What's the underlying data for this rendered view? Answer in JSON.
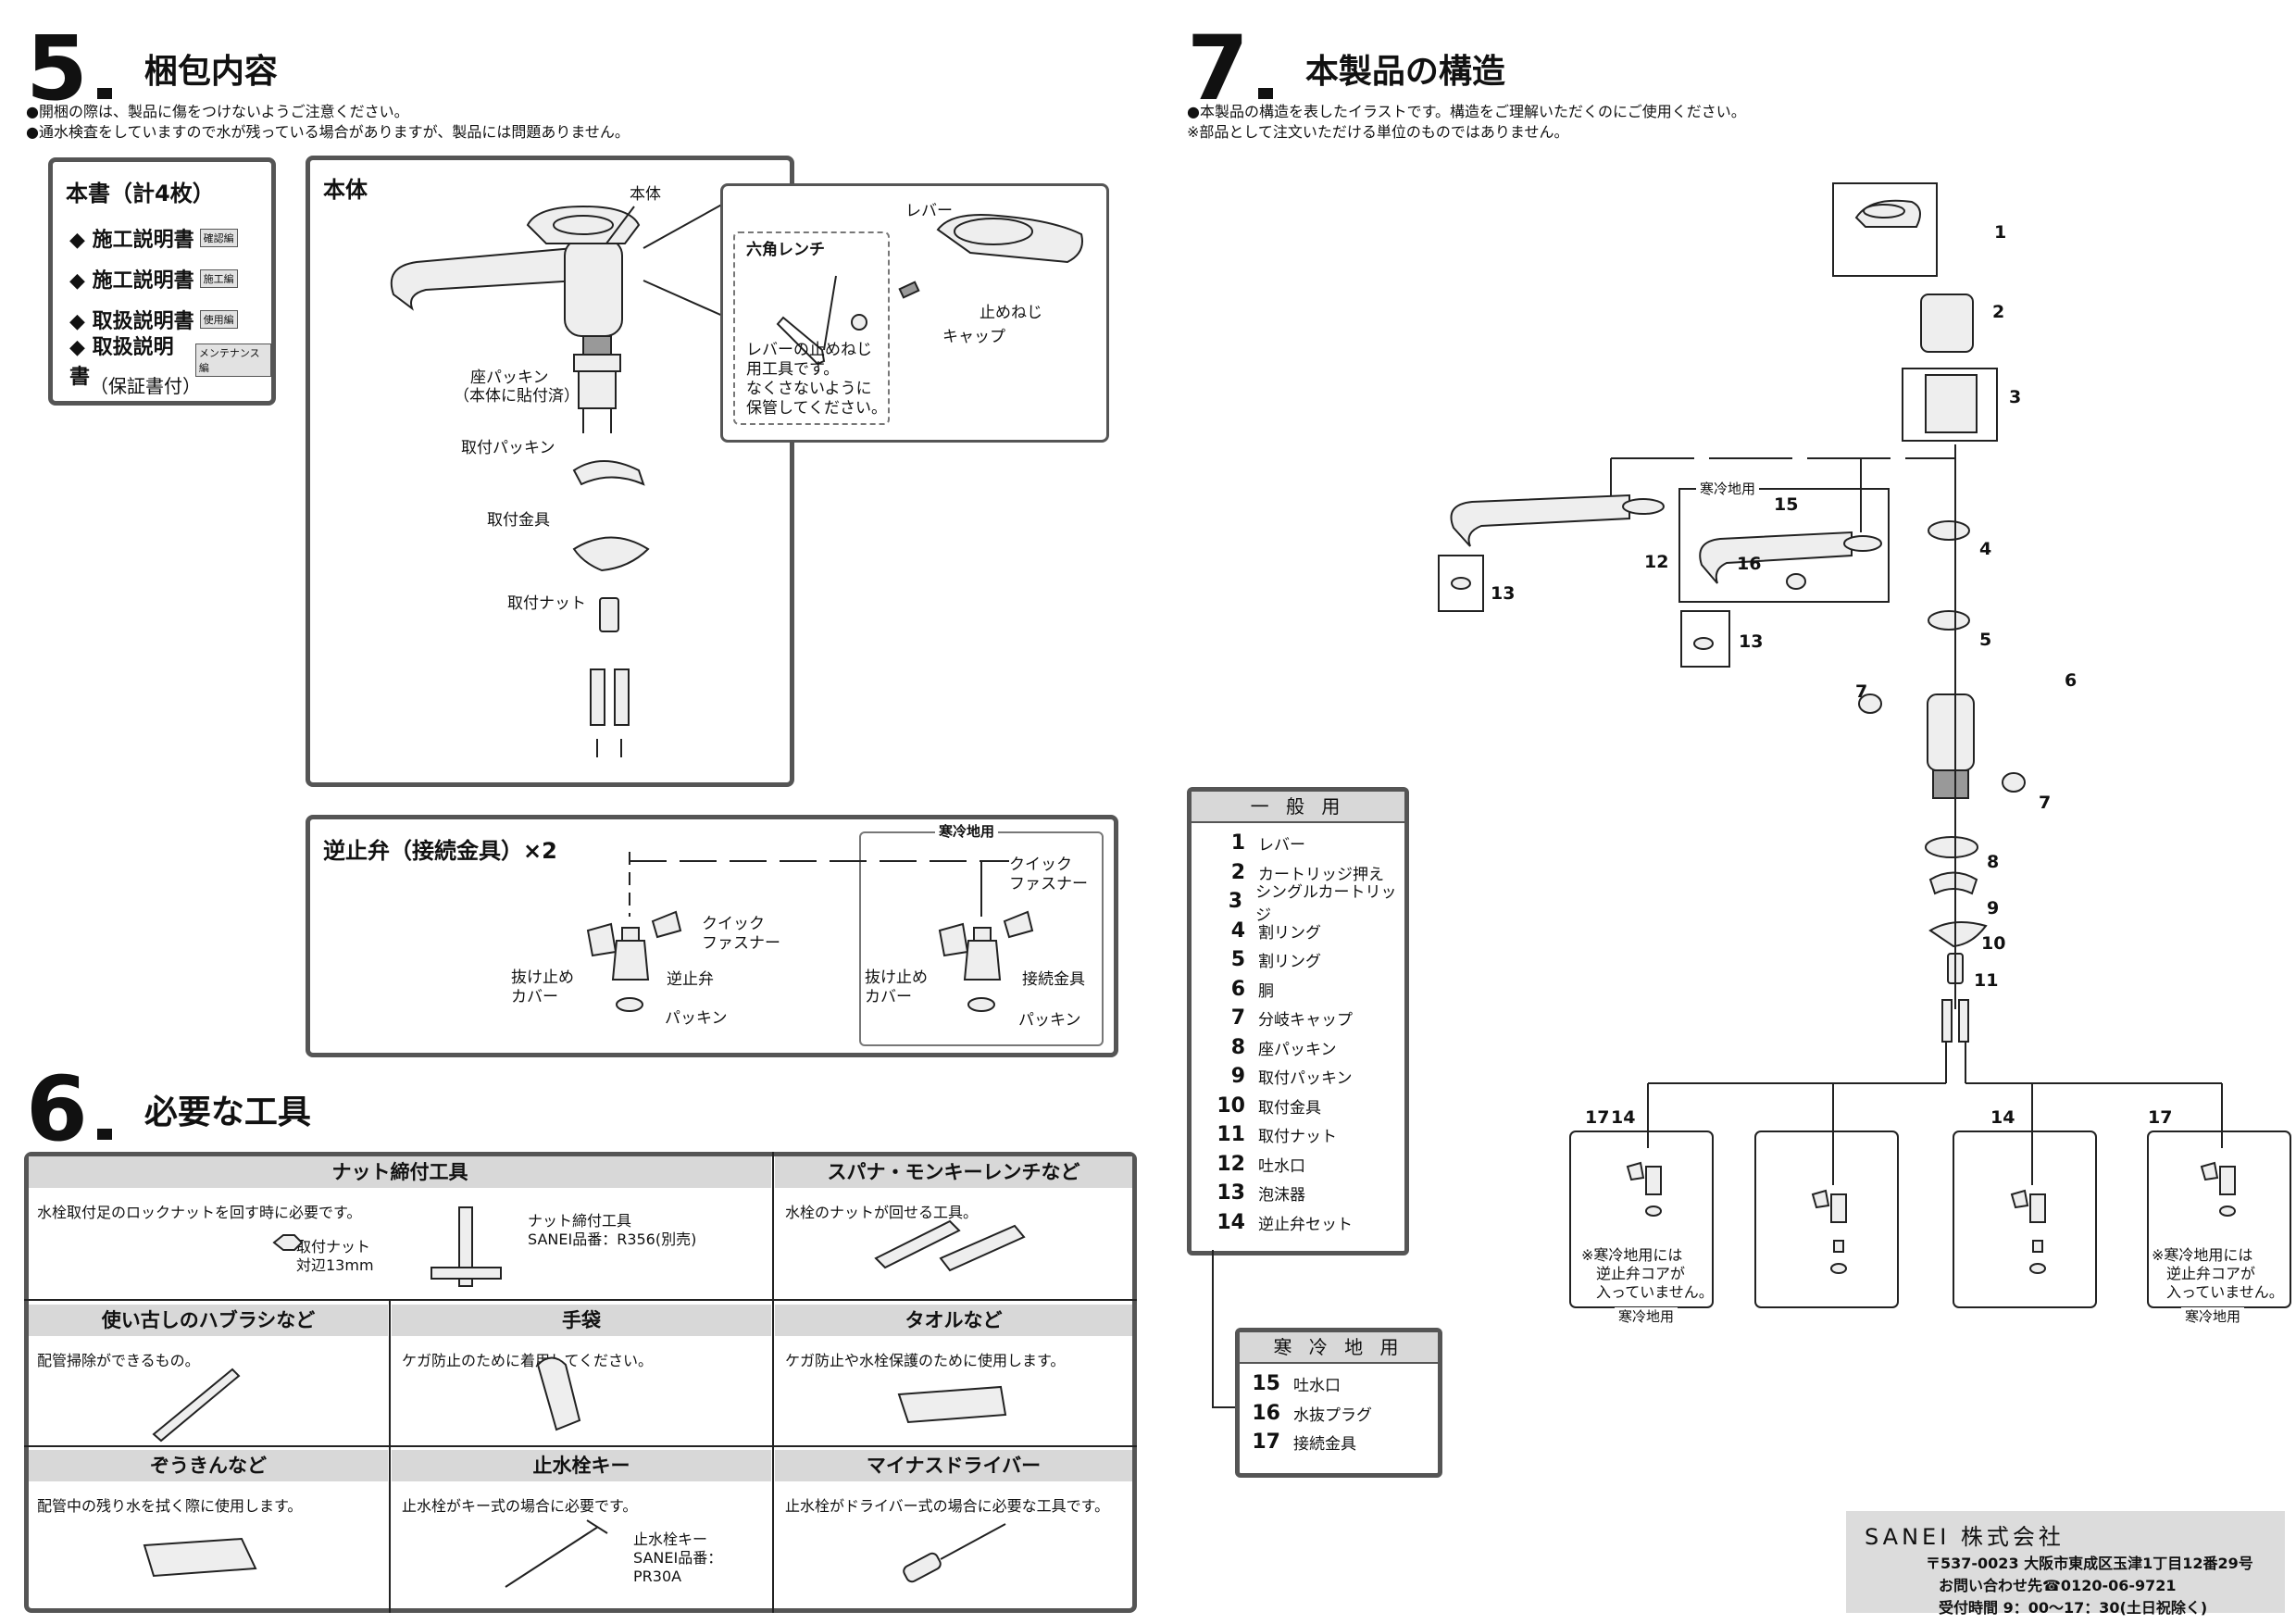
{
  "sec5": {
    "num": "5",
    "title": "梱包内容",
    "notes": [
      "●開梱の際は、製品に傷をつけないようご注意ください。",
      "●通水検査をしていますので水が残っている場合がありますが、製品には問題ありません。"
    ],
    "docs_title": "本書（計4枚）",
    "docs": [
      {
        "label": "◆ 施工説明書",
        "badge": "確認編"
      },
      {
        "label": "◆ 施工説明書",
        "badge": "施工編"
      },
      {
        "label": "◆ 取扱説明書",
        "badge": "使用編"
      },
      {
        "label": "◆ 取扱説明書",
        "badge": "メンテナンス編"
      }
    ],
    "docs_extra": "（保証書付）",
    "body_title": "本体",
    "body_labels": {
      "body": "本体",
      "lever": "レバー",
      "hex_title": "六角レンチ",
      "hex_note": [
        "レバーの止めねじ",
        "用工具です。",
        "なくさないように",
        "保管してください。"
      ],
      "setscrew": "止めねじ",
      "cap": "キャップ",
      "seat_packing": "座パッキン",
      "seat_packing_note": "（本体に貼付済）",
      "mount_packing": "取付パッキン",
      "mount_bracket": "取付金具",
      "mount_nut": "取付ナット"
    },
    "valve_title": "逆止弁（接続金具）×2",
    "valve_labels": {
      "cold_title": "寒冷地用",
      "quick1": "クイック",
      "quick2": "ファスナー",
      "cover1": "抜け止め",
      "cover2": "カバー",
      "check_valve": "逆止弁",
      "fitting": "接続金具",
      "packing": "パッキン"
    }
  },
  "sec6": {
    "num": "6",
    "title": "必要な工具",
    "tools": [
      {
        "head": "ナット締付工具",
        "desc": "水栓取付足のロックナットを回す時に必要です。",
        "note1": "取付ナット",
        "note2": "対辺13mm",
        "note3": "ナット締付工具",
        "note4": "SANEI品番：R356(別売)"
      },
      {
        "head": "スパナ・モンキーレンチなど",
        "desc": "水栓のナットが回せる工具。"
      },
      {
        "head": "使い古しのハブラシなど",
        "desc": "配管掃除ができるもの。"
      },
      {
        "head": "手袋",
        "desc": "ケガ防止のために着用してください。"
      },
      {
        "head": "タオルなど",
        "desc": "ケガ防止や水栓保護のために使用します。"
      },
      {
        "head": "ぞうきんなど",
        "desc": "配管中の残り水を拭く際に使用します。"
      },
      {
        "head": "止水栓キー",
        "desc": "止水栓がキー式の場合に必要です。",
        "note1": "止水栓キー",
        "note2": "SANEI品番：",
        "note3": "PR30A"
      },
      {
        "head": "マイナスドライバー",
        "desc": "止水栓がドライバー式の場合に必要な工具です。"
      }
    ]
  },
  "sec7": {
    "num": "7",
    "title": "本製品の構造",
    "notes": [
      "●本製品の構造を表したイラストです。構造をご理解いただくのにご使用ください。",
      "※部品として注文いただける単位のものではありません。"
    ],
    "cold_label": "寒冷地用",
    "general_title": "一 般 用",
    "general": [
      {
        "n": "1",
        "name": "レバー"
      },
      {
        "n": "2",
        "name": "カートリッジ押え"
      },
      {
        "n": "3",
        "name": "シングルカートリッジ"
      },
      {
        "n": "4",
        "name": "割リング"
      },
      {
        "n": "5",
        "name": "割リング"
      },
      {
        "n": "6",
        "name": "胴"
      },
      {
        "n": "7",
        "name": "分岐キャップ"
      },
      {
        "n": "8",
        "name": "座パッキン"
      },
      {
        "n": "9",
        "name": "取付パッキン"
      },
      {
        "n": "10",
        "name": "取付金具"
      },
      {
        "n": "11",
        "name": "取付ナット"
      },
      {
        "n": "12",
        "name": "吐水口"
      },
      {
        "n": "13",
        "name": "泡沫器"
      },
      {
        "n": "14",
        "name": "逆止弁セット"
      }
    ],
    "cold_title": "寒 冷 地 用",
    "cold": [
      {
        "n": "15",
        "name": "吐水口"
      },
      {
        "n": "16",
        "name": "水抜プラグ"
      },
      {
        "n": "17",
        "name": "接続金具"
      }
    ],
    "cold_note": [
      "※寒冷地用には",
      "逆止弁コアが",
      "入っていません。"
    ],
    "cold_caption": "寒冷地用"
  },
  "company": {
    "name": "SANEI 株式会社",
    "address": "〒537-0023  大阪市東成区玉津1丁目12番29号",
    "contact": "お問い合わせ先☎0120-06-9721",
    "hours": "受付時間 9：00〜17：30(土日祝除く)"
  }
}
